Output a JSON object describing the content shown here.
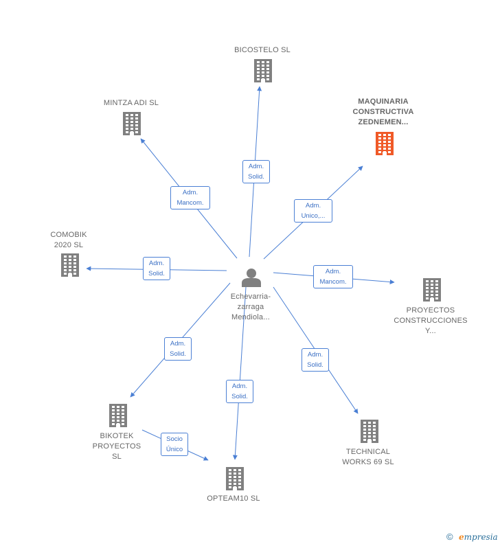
{
  "center": {
    "name": "Echevarria-\nzarraga\nMendiola..."
  },
  "companies": [
    {
      "id": "bicostelo",
      "name": "BICOSTELO  SL",
      "color": "#808080",
      "highlight": false
    },
    {
      "id": "mintza",
      "name": "MINTZA ADI  SL",
      "color": "#808080",
      "highlight": false
    },
    {
      "id": "maquinaria",
      "name": "MAQUINARIA\nCONSTRUCTIVA\nZEDNEMEN...",
      "color": "#f05a28",
      "highlight": true
    },
    {
      "id": "comobik",
      "name": "COMOBIK\n2020  SL",
      "color": "#808080",
      "highlight": false
    },
    {
      "id": "proyectos",
      "name": "PROYECTOS\nCONSTRUCCIONES\nY...",
      "color": "#808080",
      "highlight": false
    },
    {
      "id": "bikotek",
      "name": "BIKOTEK\nPROYECTOS\nSL",
      "color": "#808080",
      "highlight": false
    },
    {
      "id": "opteam",
      "name": "OPTEAM10  SL",
      "color": "#808080",
      "highlight": false
    },
    {
      "id": "technical",
      "name": "TECHNICAL\nWORKS 69  SL",
      "color": "#808080",
      "highlight": false
    }
  ],
  "relations": [
    {
      "from": "center",
      "to": "bicostelo",
      "label": "Adm.\nSolid."
    },
    {
      "from": "center",
      "to": "mintza",
      "label": "Adm.\nMancom."
    },
    {
      "from": "center",
      "to": "maquinaria",
      "label": "Adm.\nUnico,..."
    },
    {
      "from": "center",
      "to": "comobik",
      "label": "Adm.\nSolid."
    },
    {
      "from": "center",
      "to": "proyectos",
      "label": "Adm.\nMancom."
    },
    {
      "from": "center",
      "to": "bikotek",
      "label": "Adm.\nSolid."
    },
    {
      "from": "center",
      "to": "opteam",
      "label": "Adm.\nSolid."
    },
    {
      "from": "center",
      "to": "technical",
      "label": "Adm.\nSolid."
    },
    {
      "from": "bikotek",
      "to": "opteam",
      "label": "Socio\nÚnico"
    }
  ],
  "colors": {
    "edge": "#4a7fd4",
    "building": "#808080",
    "highlight": "#f05a28",
    "person": "#808080"
  },
  "icons": {
    "company": "building-icon",
    "person": "person-icon",
    "copyright": "copyright-icon"
  },
  "footer": {
    "copyright": "©",
    "brand_initial": "e",
    "brand_rest": "mpresia"
  }
}
